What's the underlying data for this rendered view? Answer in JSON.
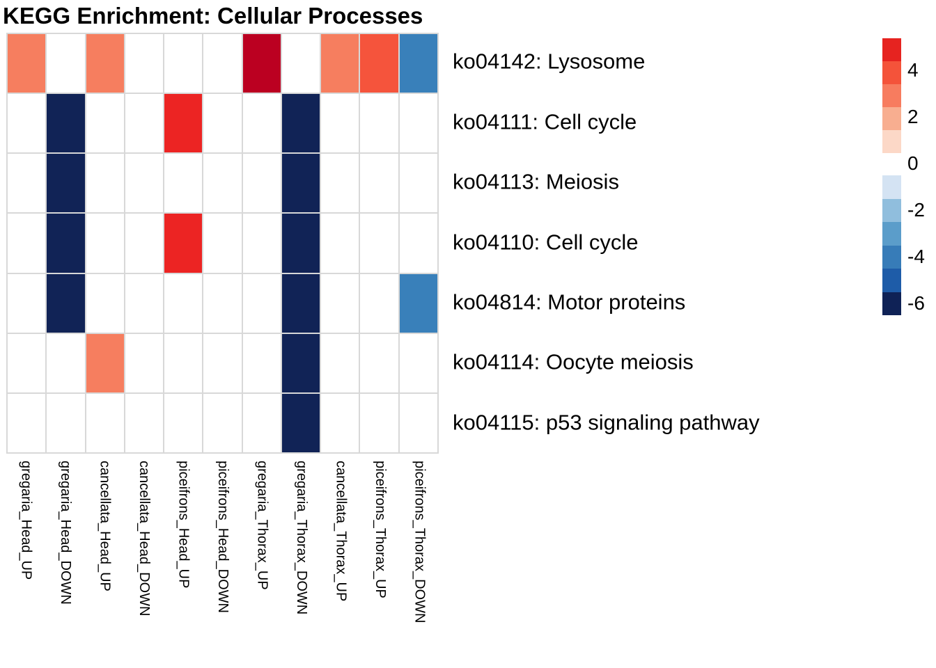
{
  "title": "KEGG Enrichment: Cellular Processes",
  "chart_data": {
    "type": "heatmap",
    "columns": [
      "gregaria_Head_UP",
      "gregaria_Head_DOWN",
      "cancellata_Head_UP",
      "cancellata_Head_DOWN",
      "piceifrons_Head_UP",
      "piceifrons_Head_DOWN",
      "gregaria_Thorax_UP",
      "gregaria_Thorax_DOWN",
      "cancellata_Thorax_UP",
      "piceifrons_Thorax_UP",
      "piceifrons_Thorax_DOWN"
    ],
    "rows": [
      "ko04142: Lysosome",
      "ko04111: Cell cycle",
      "ko04113: Meiosis",
      "ko04110: Cell cycle",
      "ko04814: Motor proteins",
      "ko04114: Oocyte meiosis",
      "ko04115: p53 signaling pathway"
    ],
    "matrix": [
      [
        2.5,
        null,
        2.5,
        null,
        null,
        null,
        6,
        null,
        2.5,
        4,
        -4
      ],
      [
        null,
        -6,
        null,
        null,
        5,
        null,
        null,
        -6,
        null,
        null,
        null
      ],
      [
        null,
        -6,
        null,
        null,
        null,
        null,
        null,
        -6,
        null,
        null,
        null
      ],
      [
        null,
        -6,
        null,
        null,
        5,
        null,
        null,
        -6,
        null,
        null,
        null
      ],
      [
        null,
        -6,
        null,
        null,
        null,
        null,
        null,
        -6,
        null,
        null,
        -4
      ],
      [
        null,
        null,
        2.5,
        null,
        null,
        null,
        null,
        -6,
        null,
        null,
        null
      ],
      [
        null,
        null,
        null,
        null,
        null,
        null,
        null,
        -6,
        null,
        null,
        null
      ]
    ],
    "value_colors": {
      "6": "#bb0021",
      "5": "#ec2423",
      "4": "#f5543c",
      "2.5": "#f67e5f",
      "-4": "#3980ba",
      "-6": "#112356",
      "empty": "#ffffff"
    },
    "grid_line_color": "#d8d8d8",
    "legend": {
      "ticks": [
        4,
        2,
        0,
        -2,
        -4,
        -6
      ],
      "red_segments": [
        "#e62320",
        "#f4533a",
        "#f77c5f",
        "#f8ae90",
        "#fcd8c7"
      ],
      "blue_segments": [
        "#d4e3f3",
        "#90bedd",
        "#5b9dca",
        "#377cb8",
        "#1e5ca8",
        "#0f2256"
      ],
      "position": "right"
    },
    "axis": {
      "x_label": "",
      "y_label": "",
      "x_tick_rotation_deg": 90
    }
  }
}
